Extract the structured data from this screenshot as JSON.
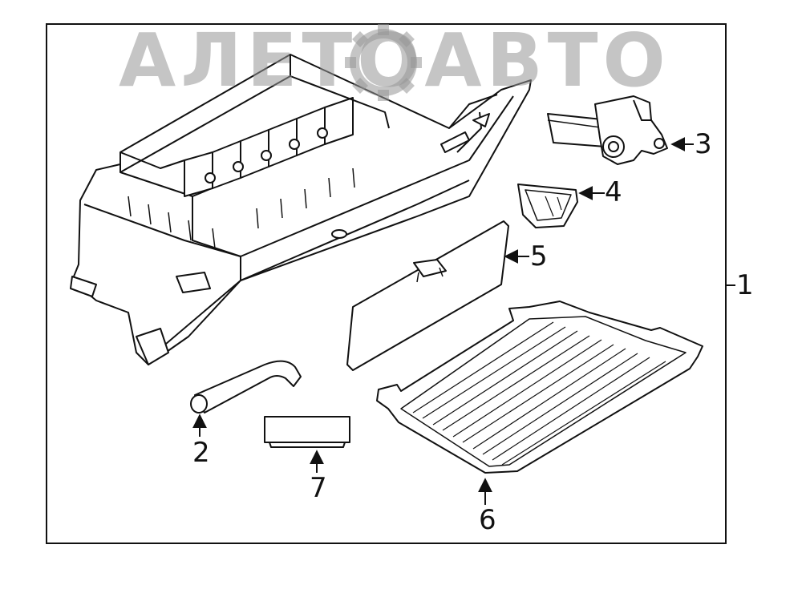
{
  "watermark": {
    "text": "АЛЕТОАВТО"
  },
  "callouts": {
    "c1": "1",
    "c2": "2",
    "c3": "3",
    "c4": "4",
    "c5": "5",
    "c6": "6",
    "c7": "7"
  },
  "colors": {
    "line": "#111111",
    "fill": "#ffffff",
    "watermark": "#9a9a9a"
  },
  "icons": {
    "arrow": "arrow-head-icon",
    "gear": "gear-watermark-icon"
  }
}
